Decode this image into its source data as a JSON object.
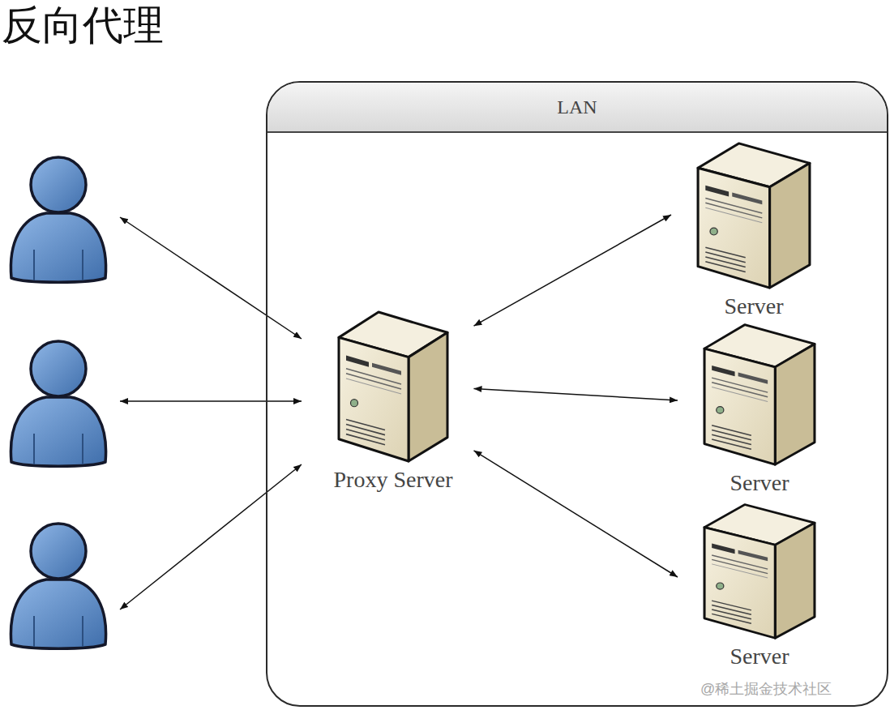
{
  "diagram": {
    "title": "反向代理",
    "nodes": [
      {
        "text": [
          "LAN"
        ]
      },
      {
        "text": [
          "Proxy Server"
        ],
        "in": 0
      },
      {
        "text": [
          "Server"
        ],
        "in": 0
      },
      {
        "text": [
          "Server"
        ],
        "in": 0
      },
      {
        "text": [
          "Server"
        ],
        "in": 0
      }
    ],
    "edges": [
      {
        "from": 1,
        "to": 2,
        "arrow": "both"
      },
      {
        "from": 1,
        "to": 3,
        "arrow": "both"
      },
      {
        "from": 1,
        "to": 4,
        "arrow": "both"
      }
    ],
    "labels": [
      "@稀土掘金技术社区"
    ]
  }
}
